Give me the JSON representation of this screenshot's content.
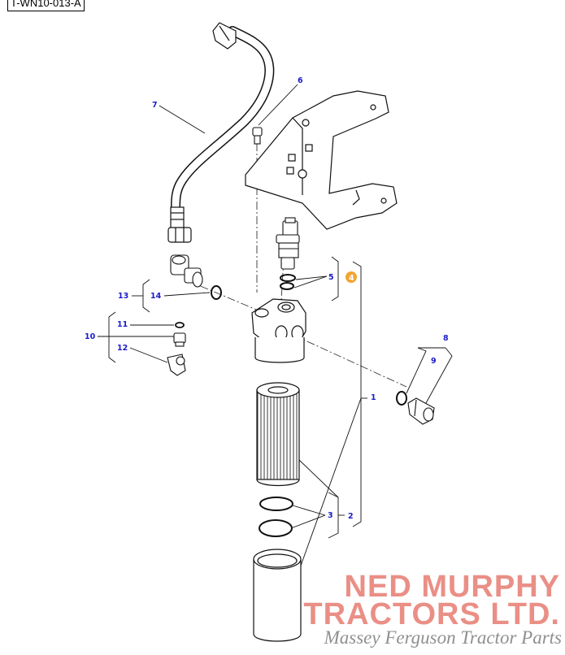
{
  "reference": "T-WN10-013-A",
  "callouts": {
    "c1": "1",
    "c2": "2",
    "c3": "3",
    "c4": "4",
    "c5": "5",
    "c6": "6",
    "c7": "7",
    "c8": "8",
    "c9": "9",
    "c10": "10",
    "c11": "11",
    "c12": "12",
    "c13": "13",
    "c14": "14"
  },
  "highlight_color": "#f2a532",
  "label_color": "#1a1ac8",
  "watermark": {
    "line1": "NED MURPHY",
    "line2": "TRACTORS LTD.",
    "tagline": "Massey Ferguson Tractor Parts"
  }
}
